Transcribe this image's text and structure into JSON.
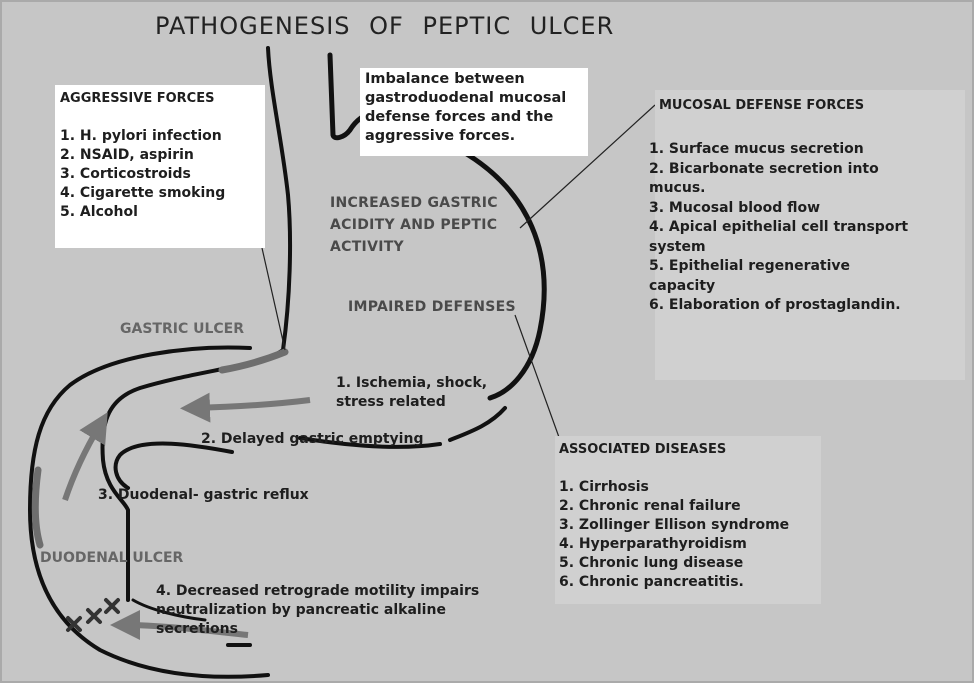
{
  "title": "PATHOGENESIS OF PEPTIC ULCER",
  "imbalance_box": {
    "lines": [
      "Imbalance between",
      "gastroduodenal mucosal",
      "defense forces and the",
      "aggressive forces."
    ]
  },
  "aggressive_forces": {
    "heading": "AGGRESSIVE FORCES",
    "items": [
      "1. H. pylori infection",
      "2. NSAID, aspirin",
      "3. Corticostroids",
      "4. Cigarette smoking",
      "5. Alcohol"
    ]
  },
  "mucosal_defense": {
    "heading": "MUCOSAL DEFENSE FORCES",
    "lines": [
      "1. Surface mucus secretion",
      "2. Bicarbonate secretion into",
      "mucus.",
      "3. Mucosal blood flow",
      "4. Apical epithelial cell transport",
      "system",
      "5. Epithelial regenerative",
      "capacity",
      "6. Elaboration of prostaglandin."
    ]
  },
  "associated_diseases": {
    "heading": "ASSOCIATED DISEASES",
    "items": [
      "1. Cirrhosis",
      "2. Chronic renal failure",
      "3. Zollinger Ellison syndrome",
      "4. Hyperparathyroidism",
      "5. Chronic lung disease",
      "6. Chronic pancreatitis."
    ]
  },
  "increased_acidity": [
    "INCREASED GASTRIC",
    "ACIDITY AND PEPTIC",
    "ACTIVITY"
  ],
  "impaired_defenses": "IMPAIRED DEFENSES",
  "gastric_ulcer": "GASTRIC ULCER",
  "duodenal_ulcer": "DUODENAL ULCER",
  "factors": {
    "ischemia": [
      "1. Ischemia, shock,",
      "stress related"
    ],
    "delayed": "2. Delayed gastric emptying",
    "reflux": "3. Duodenal- gastric reflux",
    "retrograde": [
      "4. Decreased retrograde motility impairs",
      "neutralization by pancreatic alkaline",
      "secretions"
    ]
  },
  "colors": {
    "background": "#c6c6c6",
    "outline": "#111111",
    "ulcer": "#6e6e6e",
    "arrow": "#777777"
  }
}
